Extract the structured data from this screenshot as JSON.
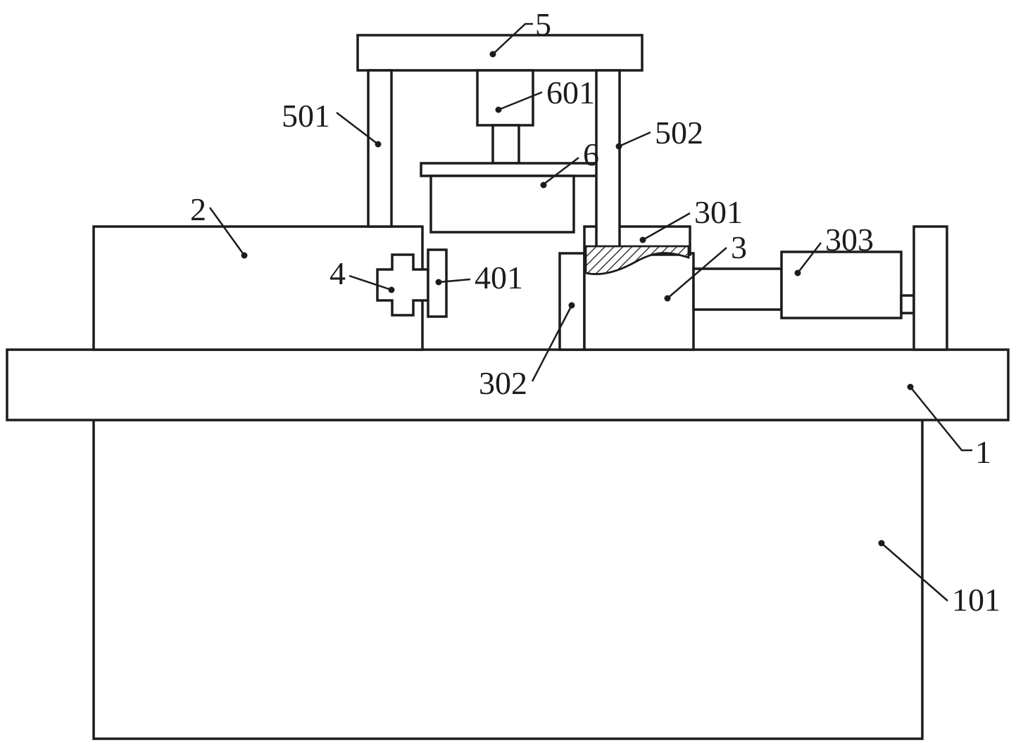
{
  "diagram": {
    "kind": "patent-style technical line drawing of a machine assembly",
    "background_color": "#ffffff",
    "line_color": "#1c1c1c",
    "labels": {
      "n1": "1",
      "n2": "2",
      "n3": "3",
      "n4": "4",
      "n5": "5",
      "n6": "6",
      "n101": "101",
      "n301": "301",
      "n302": "302",
      "n303": "303",
      "n401": "401",
      "n501": "501",
      "n502": "502",
      "n601": "601"
    }
  }
}
